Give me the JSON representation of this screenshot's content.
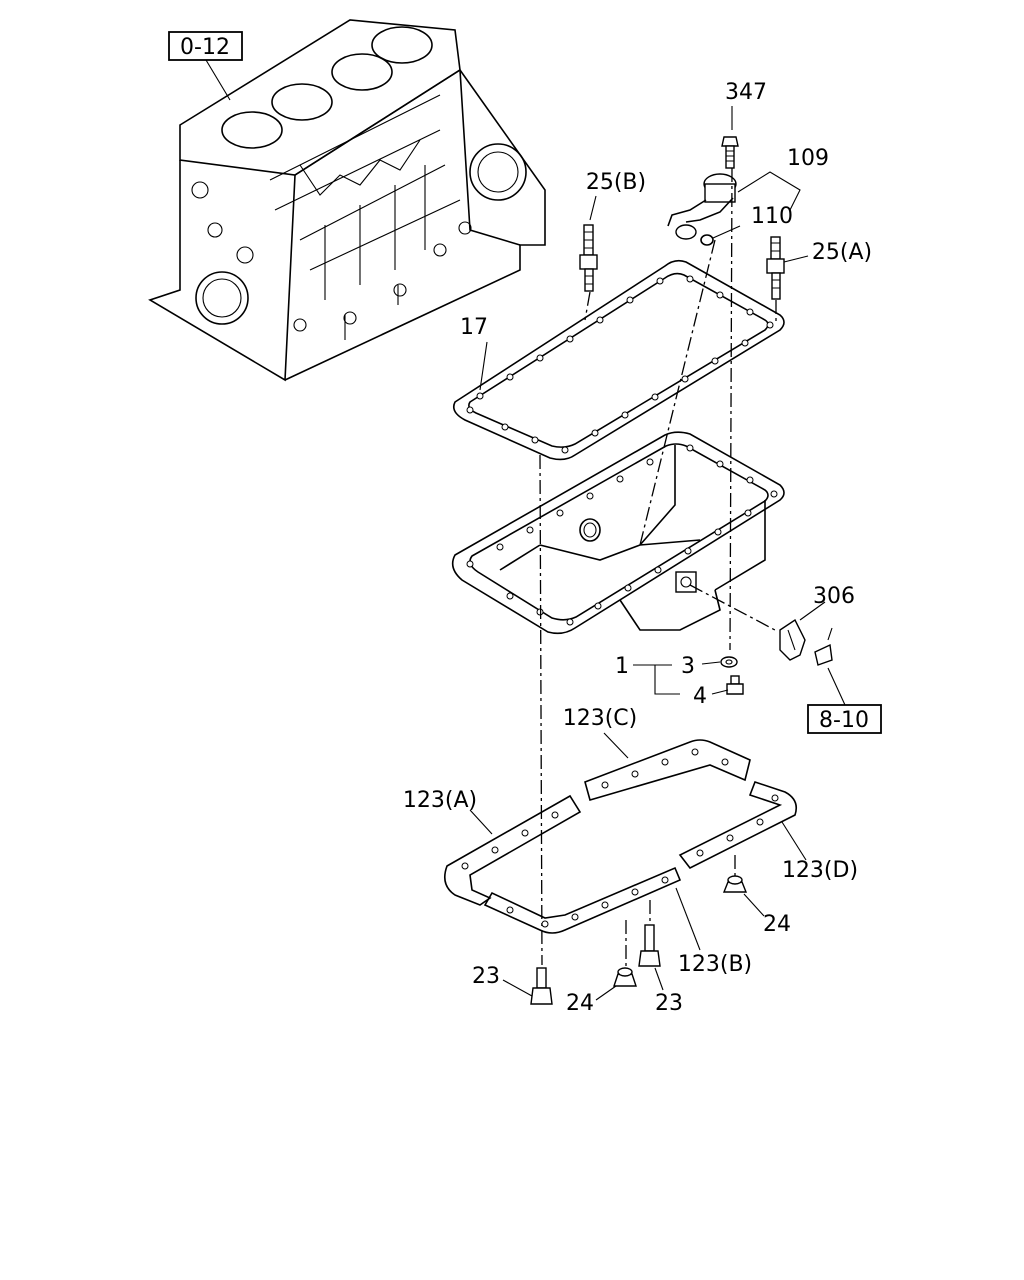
{
  "refs": {
    "engine_block": "0-12",
    "fuel_bracket": "8-10"
  },
  "callouts": {
    "bolt_347": "347",
    "sensor_109": "109",
    "oring_110": "110",
    "stud_25b": "25(B)",
    "stud_25a": "25(A)",
    "gasket_17": "17",
    "bracket_306": "306",
    "pan_1": "1",
    "washer_3": "3",
    "plug_4": "4",
    "gasket_123c": "123(C)",
    "gasket_123a": "123(A)",
    "gasket_123d": "123(D)",
    "gasket_123b": "123(B)",
    "nut_24_right": "24",
    "bolt_23_left": "23",
    "nut_24_left": "24",
    "bolt_23_mid": "23"
  }
}
